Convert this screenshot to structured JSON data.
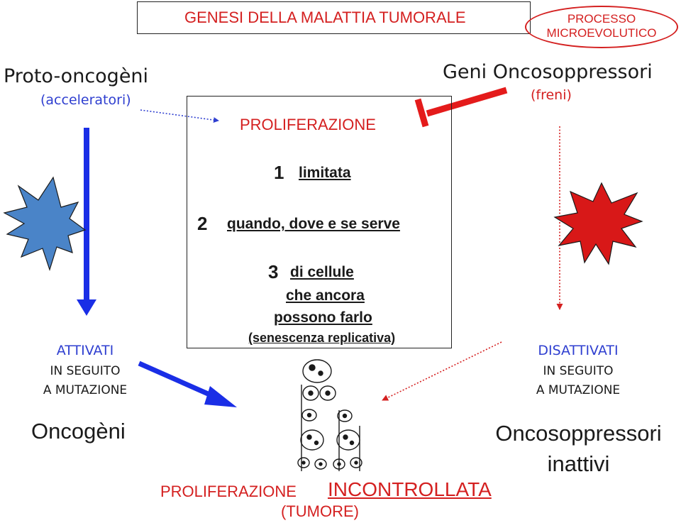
{
  "header": {
    "title": "GENESI DELLA MALATTIA TUMORALE",
    "process_line1": "PROCESSO",
    "process_line2": "MICROEVOLUTICO"
  },
  "left": {
    "title": "Proto-oncogèni",
    "subtitle": "(acceleratori)",
    "state": "ATTIVATI",
    "cause_line1": "IN SEGUITO",
    "cause_line2": "A MUTAZIONE",
    "result": "Oncogèni"
  },
  "right": {
    "title": "Geni  Oncosoppressori",
    "subtitle": "(freni)",
    "state": "DISATTIVATI",
    "cause_line1": "IN SEGUITO",
    "cause_line2": "A MUTAZIONE",
    "result_line1": "Oncosoppressori",
    "result_line2": "inattivi"
  },
  "center": {
    "label": "PROLIFERAZIONE",
    "step1_num": "1",
    "step1_text": "limitata",
    "step2_num": "2",
    "step2_text": "quando, dove e se serve",
    "step3_num": "3",
    "step3_line1": "di cellule",
    "step3_line2": "che ancora",
    "step3_line3": "possono farlo",
    "step3_line4": "(senescenza replicativa)"
  },
  "bottom": {
    "label": "PROLIFERAZIONE",
    "emphasis": "INCONTROLLATA",
    "note": "(TUMORE)"
  },
  "colors": {
    "red": "#d42020",
    "blue": "#2f3fd0",
    "arrow_blue": "#1a2ee6",
    "star_blue": "#4a84c8",
    "star_red": "#d81818"
  }
}
